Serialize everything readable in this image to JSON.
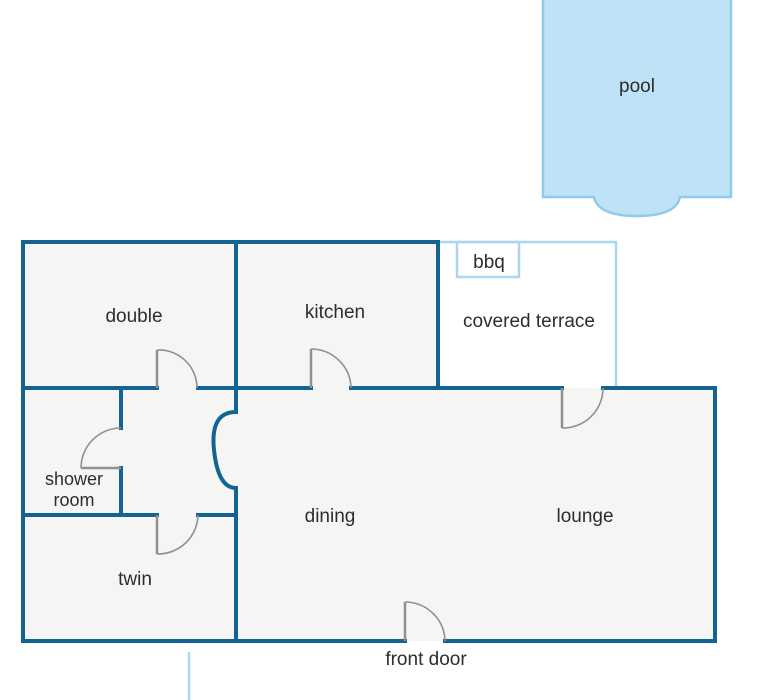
{
  "rooms": {
    "pool": "pool",
    "double": "double",
    "kitchen": "kitchen",
    "bbq": "bbq",
    "covered_terrace": "covered terrace",
    "shower_room_line1": "shower",
    "shower_room_line2": "room",
    "dining": "dining",
    "lounge": "lounge",
    "twin": "twin",
    "front_door": "front door"
  },
  "colors": {
    "wall": "#136493",
    "light_wall": "#a9d7ef",
    "pool": "#c0e2f6",
    "room_fill": "#f5f5f3",
    "door": "#909090"
  }
}
